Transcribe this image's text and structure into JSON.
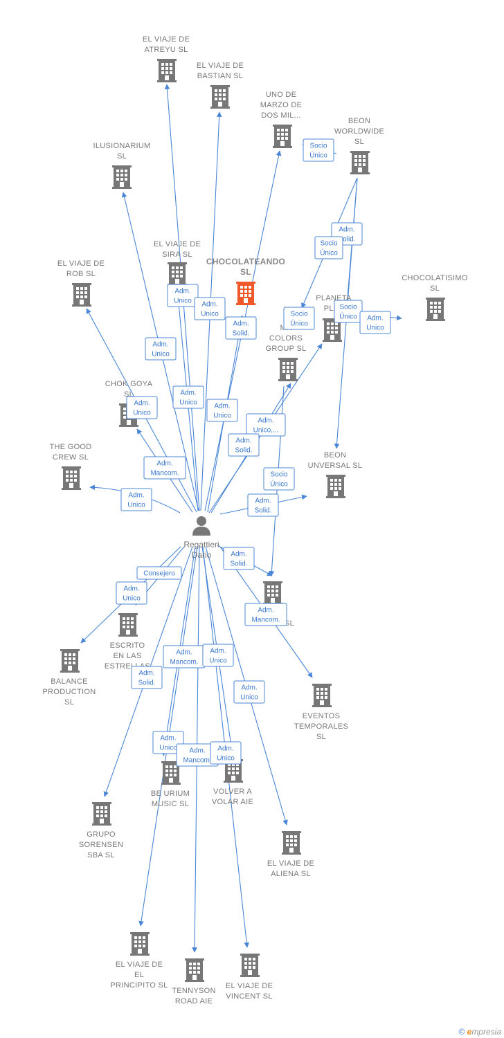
{
  "colors": {
    "edge": "#4a86d6",
    "building": "#777777",
    "building_main": "#f0582a",
    "person": "#777777"
  },
  "center": {
    "name_line1": "Regattieri",
    "name_line2": "Dario",
    "icon": "person-icon"
  },
  "main_company": [
    "CHOCOLATEANDO",
    "SL"
  ],
  "companies": [
    {
      "id": "atreyu",
      "lines": [
        "EL VIAJE DE",
        "ATREYU  SL"
      ]
    },
    {
      "id": "bastian",
      "lines": [
        "EL VIAJE DE",
        "BASTIAN  SL"
      ]
    },
    {
      "id": "uno-marzo",
      "lines": [
        "UNO DE",
        "MARZO DE",
        "DOS MIL..."
      ]
    },
    {
      "id": "beon-worldwide",
      "lines": [
        "BEON",
        "WORLDWIDE",
        "SL"
      ]
    },
    {
      "id": "ilusionarium",
      "lines": [
        "ILUSIONARIUM",
        "SL"
      ]
    },
    {
      "id": "sira",
      "lines": [
        "EL VIAJE DE",
        "SIRA  SL"
      ]
    },
    {
      "id": "chocolatisimo",
      "lines": [
        "CHOCOLATISIMO",
        "SL"
      ]
    },
    {
      "id": "rob",
      "lines": [
        "EL VIAJE DE",
        "ROB  SL"
      ]
    },
    {
      "id": "planeta",
      "lines": [
        "PLANETA",
        "PLAY"
      ]
    },
    {
      "id": "colors",
      "lines": [
        "MA",
        "COLORS",
        "GROUP  SL"
      ]
    },
    {
      "id": "chok-goya",
      "lines": [
        "CHOK GOYA",
        "SL"
      ]
    },
    {
      "id": "good-crew",
      "lines": [
        "THE GOOD",
        "CREW  SL"
      ]
    },
    {
      "id": "beon-unversal",
      "lines": [
        "BEON",
        "UNVERSAL  SL"
      ]
    },
    {
      "id": "unnamed-sl",
      "lines": [
        "SL"
      ]
    },
    {
      "id": "escrito",
      "lines": [
        "ESCRITO",
        "EN LAS",
        "ESTRELLAS"
      ]
    },
    {
      "id": "balance",
      "lines": [
        "BALANCE",
        "PRODUCTION",
        "SL"
      ]
    },
    {
      "id": "eventos",
      "lines": [
        "EVENTOS",
        "TEMPORALES",
        "SL"
      ]
    },
    {
      "id": "beurium",
      "lines": [
        "BE URIUM",
        "MUSIC  SL"
      ]
    },
    {
      "id": "volver",
      "lines": [
        "VOLVER A",
        "VOLAR  AIE"
      ]
    },
    {
      "id": "sorensen",
      "lines": [
        "GRUPO",
        "SORENSEN",
        "SBA SL"
      ]
    },
    {
      "id": "aliena",
      "lines": [
        "EL VIAJE DE",
        "ALIENA  SL"
      ]
    },
    {
      "id": "principito",
      "lines": [
        "EL VIAJE DE",
        "EL",
        "PRINCIPITO  SL"
      ]
    },
    {
      "id": "tennyson",
      "lines": [
        "TENNYSON",
        "ROAD AIE"
      ]
    },
    {
      "id": "vincent",
      "lines": [
        "EL VIAJE DE",
        "VINCENT  SL"
      ]
    }
  ],
  "relations": [
    {
      "id": "r1",
      "lines": [
        "Socio",
        "Único"
      ]
    },
    {
      "id": "r2",
      "lines": [
        "Adm.",
        "Solid."
      ]
    },
    {
      "id": "r3",
      "lines": [
        "Socio",
        "Único"
      ]
    },
    {
      "id": "r4",
      "lines": [
        "Adm.",
        "Unico"
      ]
    },
    {
      "id": "r5",
      "lines": [
        "Adm.",
        "Unico"
      ]
    },
    {
      "id": "r6",
      "lines": [
        "Adm.",
        "Solid."
      ]
    },
    {
      "id": "r7",
      "lines": [
        "Socio",
        "Único"
      ]
    },
    {
      "id": "r8",
      "lines": [
        "Socio",
        "Único"
      ]
    },
    {
      "id": "r9",
      "lines": [
        "Adm.",
        "Unico"
      ]
    },
    {
      "id": "r10",
      "lines": [
        "Adm.",
        "Unico"
      ]
    },
    {
      "id": "r11",
      "lines": [
        "Adm.",
        "Unico"
      ]
    },
    {
      "id": "r12",
      "lines": [
        "Adm.",
        "Unico"
      ]
    },
    {
      "id": "r13",
      "lines": [
        "Adm.",
        "Unico"
      ]
    },
    {
      "id": "r14",
      "lines": [
        "Adm.",
        "Unico,..."
      ]
    },
    {
      "id": "r15",
      "lines": [
        "Adm.",
        "Solid."
      ]
    },
    {
      "id": "r16",
      "lines": [
        "Adm.",
        "Mancom."
      ]
    },
    {
      "id": "r17",
      "lines": [
        "Socio",
        "Único"
      ]
    },
    {
      "id": "r18",
      "lines": [
        "Adm.",
        "Unico"
      ]
    },
    {
      "id": "r19",
      "lines": [
        "Adm.",
        "Solid."
      ]
    },
    {
      "id": "r20",
      "lines": [
        "Adm.",
        "Solid."
      ]
    },
    {
      "id": "r21",
      "lines": [
        "Consejero"
      ]
    },
    {
      "id": "r22",
      "lines": [
        "Adm.",
        "Unico"
      ]
    },
    {
      "id": "r23",
      "lines": [
        "Adm.",
        "Mancom."
      ]
    },
    {
      "id": "r24",
      "lines": [
        "Adm.",
        "Mancom."
      ]
    },
    {
      "id": "r25",
      "lines": [
        "Adm.",
        "Unico"
      ]
    },
    {
      "id": "r26",
      "lines": [
        "Adm.",
        "Solid."
      ]
    },
    {
      "id": "r27",
      "lines": [
        "Adm.",
        "Unico"
      ]
    },
    {
      "id": "r28",
      "lines": [
        "Adm.",
        "Unico"
      ]
    },
    {
      "id": "r29",
      "lines": [
        "Adm.",
        "Mancom."
      ]
    },
    {
      "id": "r30",
      "lines": [
        "Adm.",
        "Unico"
      ]
    }
  ],
  "footer": {
    "copyright": "©",
    "brand_initial": "e",
    "brand_rest": "mpresia"
  }
}
